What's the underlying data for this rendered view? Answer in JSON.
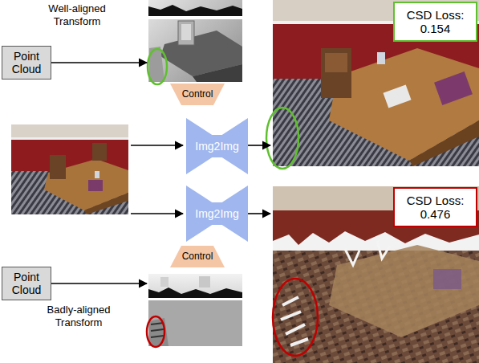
{
  "diagram": {
    "nodes": [
      {
        "text": [
          "Point Cloud"
        ]
      },
      {
        "text": [
          "CSD Loss: 0.154"
        ]
      },
      {
        "text": [
          "Control"
        ]
      },
      {
        "text": [
          "Img2Img"
        ]
      },
      {
        "text": [
          "Img2Img"
        ]
      },
      {
        "text": [
          "CSD Loss: 0.476"
        ]
      },
      {
        "text": [
          "Control"
        ]
      },
      {
        "text": [
          "Point Cloud"
        ]
      }
    ],
    "labels": [
      "Well-aligned Transform",
      "Badly-aligned Transform"
    ]
  }
}
